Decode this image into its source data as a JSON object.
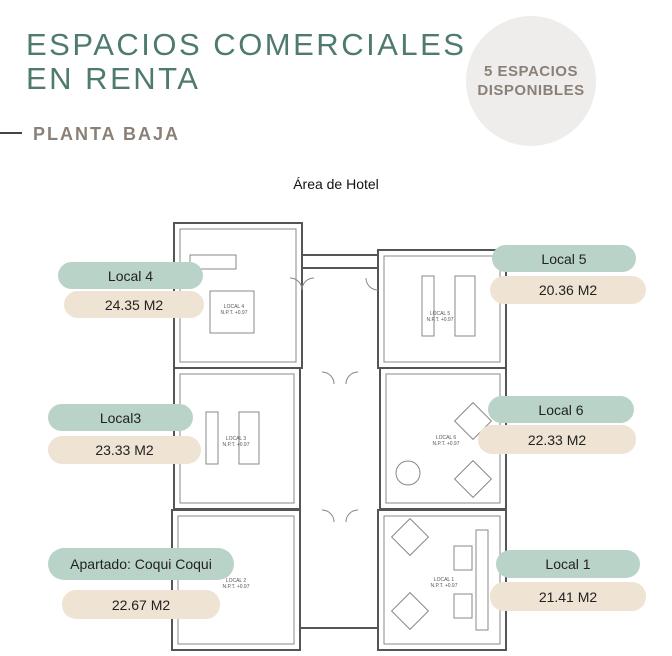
{
  "header": {
    "title_line1": "ESPACIOS COMERCIALES",
    "title_line2": "EN RENTA",
    "subtitle": "PLANTA BAJA",
    "badge_line1": "5 ESPACIOS",
    "badge_line2": "DISPONIBLES"
  },
  "plan": {
    "top_label": "Área de Hotel",
    "rooms": [
      {
        "plan_label": "LOCAL 4",
        "level": "N.P.T. +0.97"
      },
      {
        "plan_label": "LOCAL 5",
        "level": "N.P.T. +0.97"
      },
      {
        "plan_label": "LOCAL 3",
        "level": "N.P.T. +0.97"
      },
      {
        "plan_label": "LOCAL 6",
        "level": "N.P.T. +0.97"
      },
      {
        "plan_label": "LOCAL 2",
        "level": "N.P.T. +0.97"
      },
      {
        "plan_label": "LOCAL 1",
        "level": "N.P.T. +0.97"
      }
    ]
  },
  "labels": [
    {
      "name": "Local 4",
      "area": "24.35 M2"
    },
    {
      "name": "Local3",
      "area": "23.33 M2"
    },
    {
      "name": "Apartado: Coqui Coqui",
      "area": "22.67 M2"
    },
    {
      "name": "Local 5",
      "area": "20.36 M2"
    },
    {
      "name": "Local 6",
      "area": "22.33 M2"
    },
    {
      "name": "Local 1",
      "area": "21.41 M2"
    }
  ],
  "colors": {
    "title": "#4f7a70",
    "name_pill": "#bad3c8",
    "area_pill": "#efe3d4",
    "badge": "#efedec"
  }
}
